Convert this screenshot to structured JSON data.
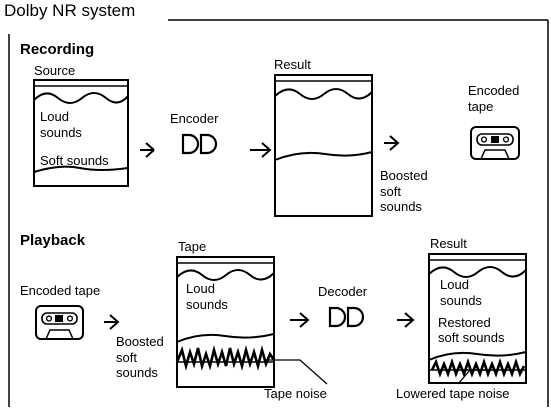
{
  "title": "Dolby NR system",
  "recording": {
    "heading": "Recording",
    "source_label": "Source",
    "loud_text": "Loud\nsounds",
    "soft_text": "Soft sounds",
    "encoder_label": "Encoder",
    "result_label": "Result",
    "boosted_text": "Boosted\nsoft\nsounds",
    "encoded_tape_label": "Encoded\ntape"
  },
  "playback": {
    "heading": "Playback",
    "encoded_tape_label": "Encoded tape",
    "boosted_text": "Boosted\nsoft\nsounds",
    "tape_label": "Tape",
    "loud_text": "Loud\nsounds",
    "tape_noise_label": "Tape noise",
    "decoder_label": "Decoder",
    "result_label": "Result",
    "loud_text_result": "Loud\nsounds",
    "restored_text": "Restored\nsoft sounds",
    "lowered_noise_label": "Lowered tape noise"
  },
  "icons": {
    "arrow": "→",
    "dolby": "dolby-double-d-icon",
    "cassette": "cassette-icon"
  }
}
